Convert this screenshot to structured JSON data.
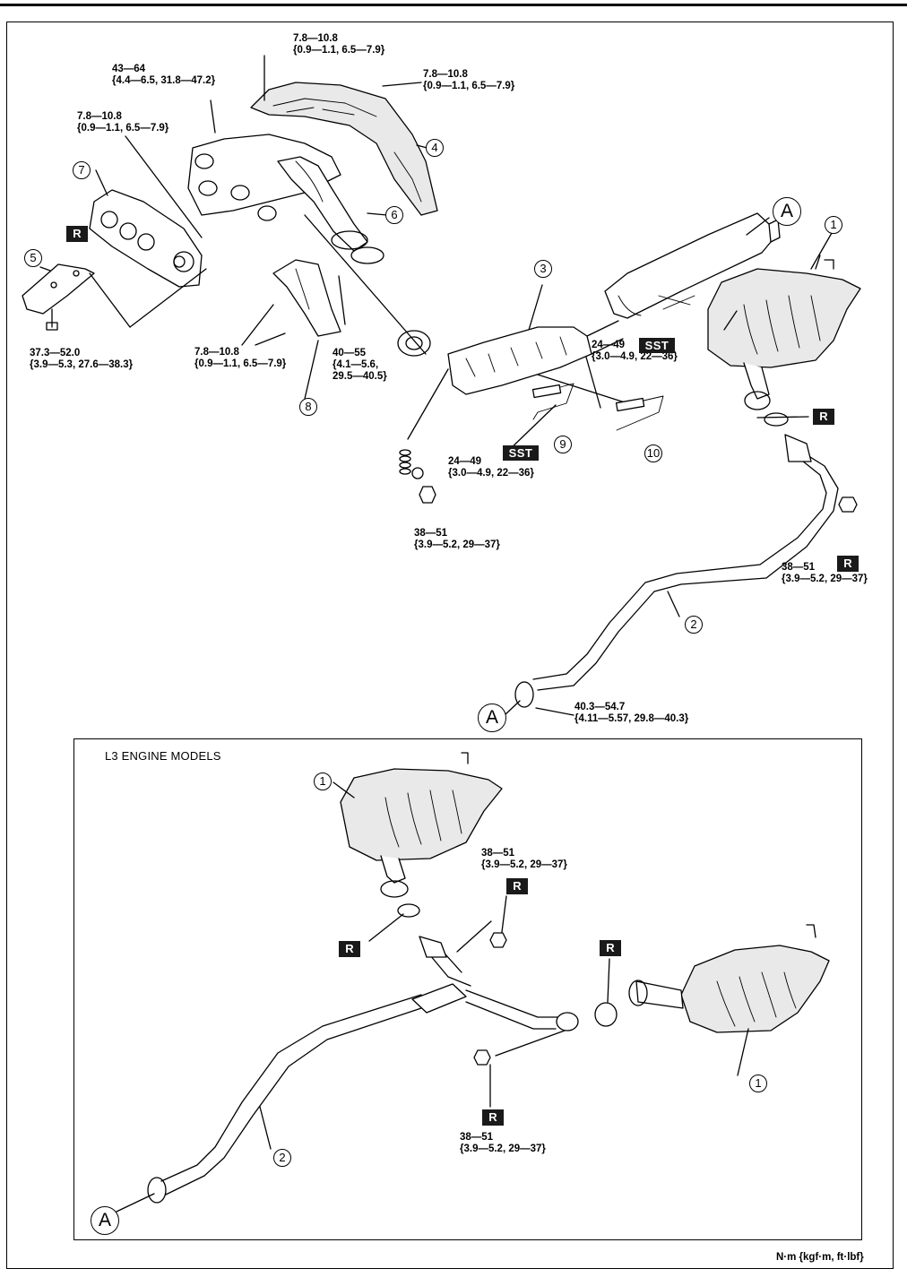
{
  "inset_title": "L3 ENGINE MODELS",
  "units_note": "N·m {kgf·m, ft·lbf}",
  "callouts": {
    "c1": "1",
    "c2": "2",
    "c3": "3",
    "c4": "4",
    "c5": "5",
    "c6": "6",
    "c7": "7",
    "c8": "8",
    "c9": "9",
    "c10": "10"
  },
  "reference_marks": {
    "a": "A"
  },
  "badges": {
    "replace": "R",
    "special_tool": "SST"
  },
  "torque": {
    "t01": {
      "main": "7.8—10.8",
      "sub": "{0.9—1.1, 6.5—7.9}"
    },
    "t02": {
      "main": "43—64",
      "sub": "{4.4—6.5, 31.8—47.2}"
    },
    "t03": {
      "main": "7.8—10.8",
      "sub": "{0.9—1.1, 6.5—7.9}"
    },
    "t04": {
      "main": "7.8—10.8",
      "sub": "{0.9—1.1, 6.5—7.9}"
    },
    "t05": {
      "main": "37.3—52.0",
      "sub": "{3.9—5.3, 27.6—38.3}"
    },
    "t06": {
      "main": "7.8—10.8",
      "sub": "{0.9—1.1, 6.5—7.9}"
    },
    "t07": {
      "main": "40—55",
      "sub": "{4.1—5.6,",
      "sub2": "29.5—40.5}"
    },
    "t08": {
      "main": "24—49",
      "sub": "{3.0—4.9, 22—36}"
    },
    "t09": {
      "main": "24—49",
      "sub": "{3.0—4.9, 22—36}"
    },
    "t10": {
      "main": "38—51",
      "sub": "{3.9—5.2, 29—37}"
    },
    "t11": {
      "main": "38—51",
      "sub": "{3.9—5.2, 29—37}"
    },
    "t12": {
      "main": "40.3—54.7",
      "sub": "{4.11—5.57, 29.8—40.3}"
    },
    "t13": {
      "main": "38—51",
      "sub": "{3.9—5.2, 29—37}"
    },
    "t14": {
      "main": "38—51",
      "sub": "{3.9—5.2, 29—37}"
    }
  }
}
